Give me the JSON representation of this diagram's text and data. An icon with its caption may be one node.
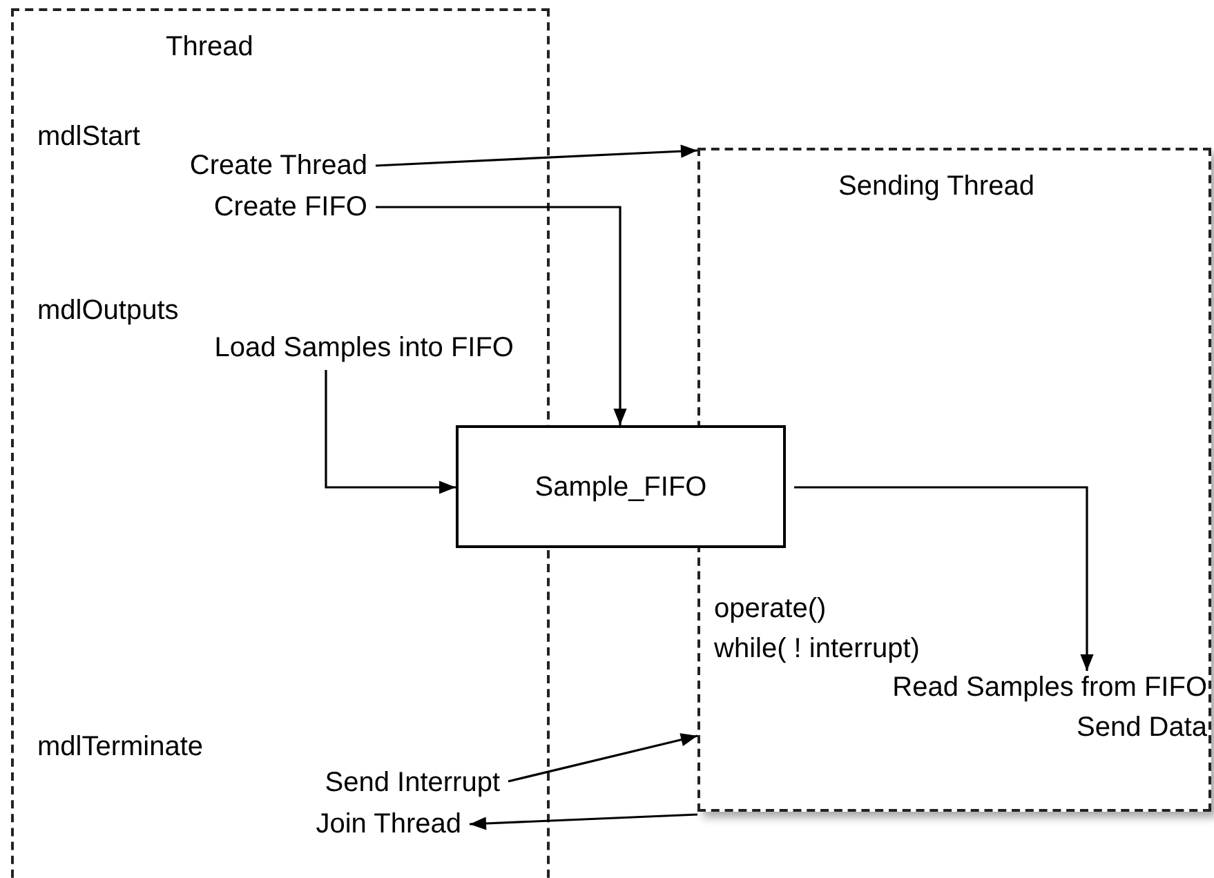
{
  "diagram": {
    "nodes": [
      {
        "text": [
          "Thread"
        ]
      },
      {
        "text": [
          "Sending Thread"
        ]
      },
      {
        "text": [
          "Create Thread"
        ],
        "in": 0
      },
      {
        "text": [
          "Create FIFO"
        ],
        "in": 0
      },
      {
        "text": [
          "Load Samples into FIFO"
        ],
        "in": 0
      },
      {
        "text": [
          "Sample_FIFO"
        ]
      },
      {
        "text": [
          "Read Samples from FIFO"
        ],
        "in": 1
      },
      {
        "text": [
          "Send Interrupt"
        ],
        "in": 0
      },
      {
        "text": [
          "Join Thread"
        ],
        "in": 0
      }
    ],
    "edges": [
      {
        "from": 2,
        "to": 1,
        "arrow": "to"
      },
      {
        "from": 3,
        "to": 5,
        "arrow": "to"
      },
      {
        "from": 4,
        "to": 5,
        "arrow": "to"
      },
      {
        "from": 5,
        "to": 6,
        "arrow": "to"
      },
      {
        "from": 7,
        "to": 1,
        "arrow": "to"
      },
      {
        "from": 1,
        "to": 8,
        "arrow": "to"
      }
    ],
    "labels": [
      "mdlStart",
      "mdlOutputs",
      "mdlTerminate",
      "operate()",
      "while( ! interrupt)",
      "Send Data"
    ]
  }
}
